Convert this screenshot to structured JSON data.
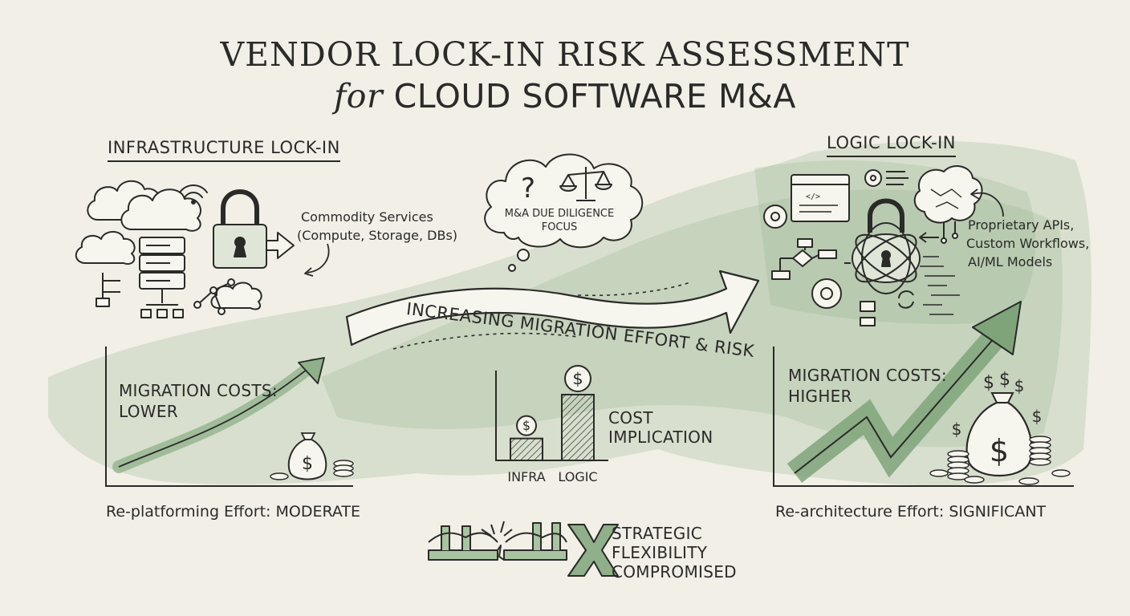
{
  "title": {
    "line1": "VENDOR LOCK-IN RISK ASSESSMENT",
    "line2_prefix": "for",
    "line2": "CLOUD SOFTWARE M&A"
  },
  "infrastructure": {
    "heading": "INFRASTRUCTURE LOCK-IN",
    "services_line1": "Commodity Services",
    "services_line2": "(Compute, Storage, DBs)",
    "migration_costs_line1": "MIGRATION COSTS:",
    "migration_costs_line2": "LOWER",
    "effort": "Re-platforming Effort: MODERATE"
  },
  "logic": {
    "heading": "LOGIC LOCK-IN",
    "items_line1": "Proprietary APIs,",
    "items_line2": "Custom Workflows,",
    "items_line3": "AI/ML Models",
    "migration_costs_line1": "MIGRATION COSTS:",
    "migration_costs_line2": "HIGHER",
    "effort": "Re-architecture Effort: SIGNIFICANT"
  },
  "due_diligence": {
    "line1": "M&A DUE DILIGENCE",
    "line2": "FOCUS"
  },
  "center_arrow": "INCREASING MIGRATION EFFORT & RISK",
  "cost_chart": {
    "label_line1": "COST",
    "label_line2": "IMPLICATION",
    "bars": [
      {
        "label": "INFRA",
        "value": 1
      },
      {
        "label": "LOGIC",
        "value": 3
      }
    ]
  },
  "flexibility": {
    "line1": "STRATEGIC",
    "line2": "FLEXIBILITY",
    "line3": "COMPROMISED"
  },
  "icons": {
    "dollar_symbol": "$"
  },
  "colors": {
    "ink": "#2a2a28",
    "wash": "#a9c4a0",
    "wash_dark": "#8fb08a",
    "paper": "#f1efe6"
  }
}
